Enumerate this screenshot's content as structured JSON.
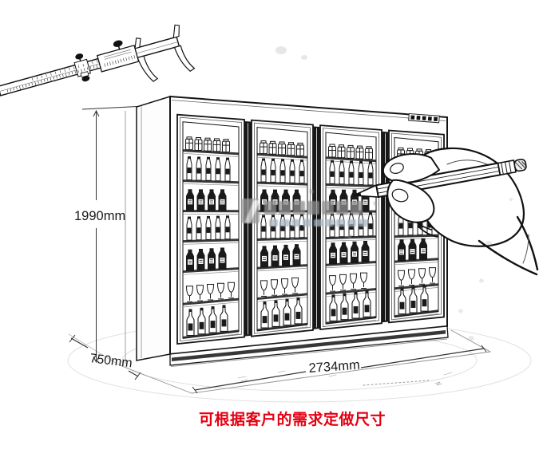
{
  "caption": {
    "text": "可根据客户的需求定做尺寸",
    "color": "#e60012"
  },
  "dimensions": {
    "height_label": "1990mm",
    "depth_label": "750mm",
    "width_label": "2734mm"
  },
  "illustration": {
    "subject": "hand-drawn sketch of four glass-door upright display cooler filled with bottle shelves",
    "door_count": 4,
    "shelf_rows_per_door": 7,
    "control_button_count": 5,
    "elements": [
      "vernier-caliper",
      "display-cooler",
      "hand-holding-pencil",
      "floor-perspective-sketch",
      "gray-watermark"
    ]
  },
  "watermark": {
    "legible": false,
    "color": "#9a9a9a"
  },
  "ink_color": "#141414",
  "background": "#ffffff"
}
